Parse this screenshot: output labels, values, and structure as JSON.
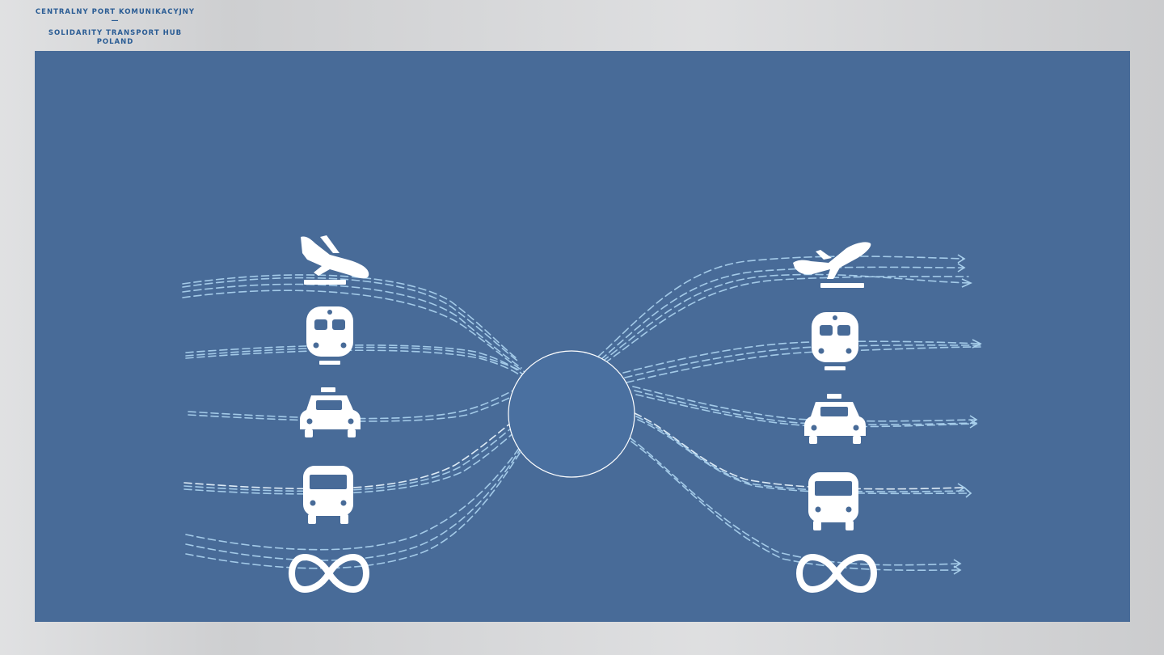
{
  "header": {
    "logo_line1": "CENTRALNY PORT KOMUNIKACYJNY",
    "logo_divider": "—",
    "logo_line2": "SOLIDARITY TRANSPORT HUB",
    "logo_line3": "POLAND"
  },
  "diagram": {
    "left_icons": [
      "plane-landing-icon",
      "train-icon",
      "taxi-icon",
      "bus-icon",
      "infinity-icon"
    ],
    "right_icons": [
      "plane-takeoff-icon",
      "train-icon",
      "taxi-icon",
      "bus-icon",
      "infinity-icon"
    ],
    "colors": {
      "panel": "#486b98",
      "flow_lines": "#a9d0ec",
      "icons": "#ffffff",
      "logo": "#2a5c94"
    }
  }
}
